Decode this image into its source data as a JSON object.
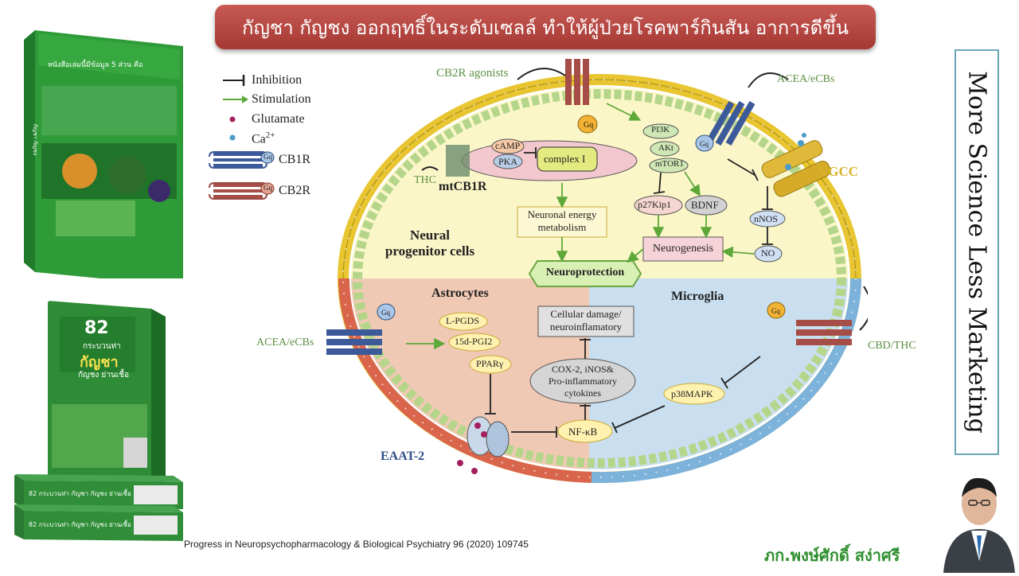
{
  "slide": {
    "title": "กัญชา กัญชง ออกฤทธิ์ในระดับเซลล์ ทำให้ผู้ป่วยโรคพาร์กินสัน อาการดีขึ้น",
    "side_banner": "More Science Less Marketing",
    "citation": "Progress in Neuropsychopharmacology & Biological Psychiatry 96 (2020) 109745",
    "presenter_name": "ภก.พงษ์ศักดิ์ สง่าศรี"
  },
  "books": {
    "top_book_heading": "หนังสือเล่มนี้มีข้อมูล 5 ส่วน คือ",
    "top_book_spine": "กัญชา กัญชง",
    "bottom_book_number": "82",
    "bottom_book_subtitle": "กระบวนท่า",
    "bottom_book_title": "กัญชา",
    "bottom_book_subtitle2": "กัญชง ย่านเชื้อ",
    "stack_title_1": "82 กระบวนท่า กัญชา กัญชง ย่านเชื้อ",
    "stack_title_2": "82 กระบวนท่า กัญชา กัญชง ย่านเชื้อ"
  },
  "legend": {
    "inhibition": "Inhibition",
    "stimulation": "Stimulation",
    "glutamate": "Glutamate",
    "calcium": "Ca",
    "calcium_sup": "2+",
    "cb1r": "CB1R",
    "cb2r": "CB2R",
    "gq": "Gq"
  },
  "diagram": {
    "cb2r_agonists": "CB2R agonists",
    "acea_top": "ACEA/eCBs",
    "acea_left": "ACEA/eCBs",
    "cbd_thc": "CBD/THC",
    "thc": "THC",
    "mtcb1r": "mtCB1R",
    "camp": "cAMP",
    "pka": "PKA",
    "complex1": "complex I",
    "pi3k": "PI3K",
    "akt": "AKt",
    "mtor1": "mTOR1",
    "p27": "p27Kip1",
    "bdnf": "BDNF",
    "nnos": "nNOS",
    "no": "NO",
    "vgcc": "VGCC",
    "energy_line1": "Neuronal energy",
    "energy_line2": "metabolism",
    "neurogenesis": "Neurogenesis",
    "neural_line1": "Neural",
    "neural_line2": "progenitor cells",
    "neuroprotection": "Neuroprotection",
    "astrocytes": "Astrocytes",
    "microglia": "Microglia",
    "lpgds": "L-PGDS",
    "pgi2": "15d-PGI2",
    "ppar": "PPARγ",
    "damage_line1": "Cellular damage/",
    "damage_line2": "neuroinflamatory",
    "cox_line1": "COX-2, iNOS&",
    "cox_line2": "Pro-inflammatory",
    "cox_line3": "cytokines",
    "p38": "p38MAPK",
    "nfkb": "NF-κB",
    "eaat2": "EAAT-2"
  },
  "colors": {
    "title_bg": "#b8443f",
    "yellow_region": "#fbf6c8",
    "astro_region": "#f0c9b4",
    "microglia_region": "#c9dff0",
    "membrane_yellow": "#e8c531",
    "membrane_green": "#b5d68a",
    "arrow_green": "#5ea83a",
    "presenter_green": "#2f8f2f"
  }
}
